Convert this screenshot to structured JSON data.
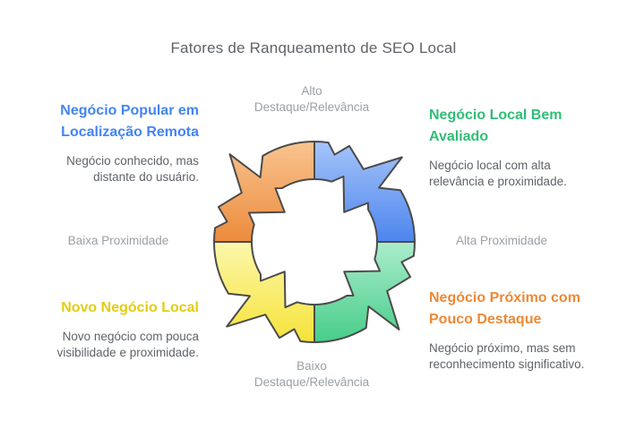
{
  "title": "Fatores de Ranqueamento de SEO Local",
  "axes": {
    "top_line1": "Alto",
    "top_line2": "Destaque/Relevância",
    "bottom_line1": "Baixo",
    "bottom_line2": "Destaque/Relevância",
    "left": "Baixa Proximidade",
    "right": "Alta Proximidade"
  },
  "quadrants": {
    "top_left": {
      "heading_line1": "Negócio Popular em",
      "heading_line2": "Localização Remota",
      "desc_line1": "Negócio conhecido, mas",
      "desc_line2": "distante do usuário."
    },
    "top_right": {
      "heading_line1": "Negócio Local Bem",
      "heading_line2": "Avaliado",
      "desc_line1": "Negócio local com alta",
      "desc_line2": "relevância e proximidade."
    },
    "bottom_left": {
      "heading_line1": "Novo Negócio Local",
      "desc_line1": "Novo negócio com pouca",
      "desc_line2": "visibilidade e proximidade."
    },
    "bottom_right": {
      "heading_line1": "Negócio Próximo com",
      "heading_line2": "Pouco Destaque",
      "desc_line1": "Negócio próximo, mas sem",
      "desc_line2": "reconhecimento significativo."
    }
  },
  "colors": {
    "blue_light": "#a5c4f9",
    "blue_dark": "#4d85ee",
    "blue_heading": "#4285f4",
    "orange_light": "#f9c490",
    "orange_dark": "#ec8b3c",
    "orange_heading": "#ed8936",
    "yellow_light": "#fdf7ac",
    "yellow_dark": "#f5e339",
    "yellow_heading": "#e3cc12",
    "green_light": "#abeccc",
    "green_dark": "#47cd89",
    "green_heading": "#2fbe76",
    "stroke": "#4b4b4b",
    "title_text": "#5f6368",
    "axis_text": "#9aa0a6"
  }
}
